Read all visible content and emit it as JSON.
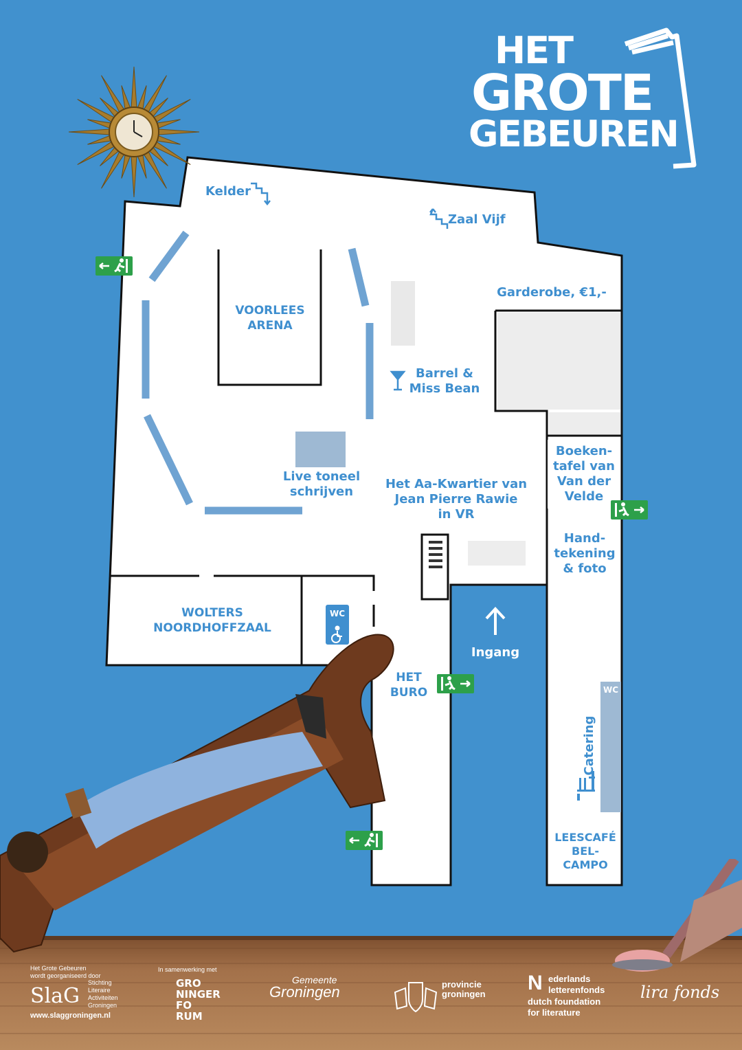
{
  "logo": {
    "line1": "HET",
    "line2": "GROTE",
    "line3": "GEBEUREN"
  },
  "rooms": {
    "kelder": "Kelder",
    "zaal_vijf": "Zaal Vijf",
    "garderobe": "Garderobe, €1,-",
    "voorlees": [
      "VOORLEES",
      "ARENA"
    ],
    "barrel": [
      "Barrel &",
      "Miss Bean"
    ],
    "boekentafel": [
      "Boeken-",
      "tafel van",
      "Van der",
      "Velde"
    ],
    "live_toneel": [
      "Live toneel",
      "schrijven"
    ],
    "aa_kwartier": [
      "Het Aa-Kwartier van",
      "Jean Pierre Rawie",
      "in VR"
    ],
    "handtekening": [
      "Hand-",
      "tekening",
      "& foto"
    ],
    "wolters": [
      "WOLTERS",
      "NOORDHOFFZAAL"
    ],
    "wc": "WC",
    "wc2": "WC",
    "ingang": "Ingang",
    "het_buro": [
      "HET",
      "BURO"
    ],
    "catering": "Catering",
    "leescafe": [
      "LEESCAFÉ",
      "BEL-",
      "CAMPO"
    ]
  },
  "footer": {
    "organizer_lines": [
      "Het Grote Gebeuren",
      "wordt georganiseerd door"
    ],
    "slag_mark": "SlaG",
    "slag_lines": [
      "Stichting",
      "Literaire",
      "Activiteiten",
      "Groningen"
    ],
    "slag_url": "www.slaggroningen.nl",
    "partner_intro": "In samenwerking met",
    "forum_lines": [
      "GRO",
      "NINGER",
      "FO",
      "RUM"
    ],
    "gemeente_top": "Gemeente",
    "gemeente_bottom": "Groningen",
    "provincie_lines": [
      "provincie",
      "groningen"
    ],
    "nlf_lines": [
      "ederlands",
      "letterenfonds",
      "dutch foundation",
      "for literature"
    ],
    "nlf_initial": "N",
    "lira": "lira fonds"
  },
  "colors": {
    "background": "#4191CE",
    "label_blue": "#3F8FCF",
    "wall_blue": "#6FA3D2",
    "exit_green": "#2DA04A",
    "floor_wood": "#9A6A44"
  },
  "icons": [
    "stairs-icon",
    "cocktail-glass-icon",
    "wheelchair-icon",
    "emergency-exit-icon",
    "arrow-up-icon",
    "fork-knife-icon",
    "clock-icon",
    "sofa-illustration"
  ]
}
